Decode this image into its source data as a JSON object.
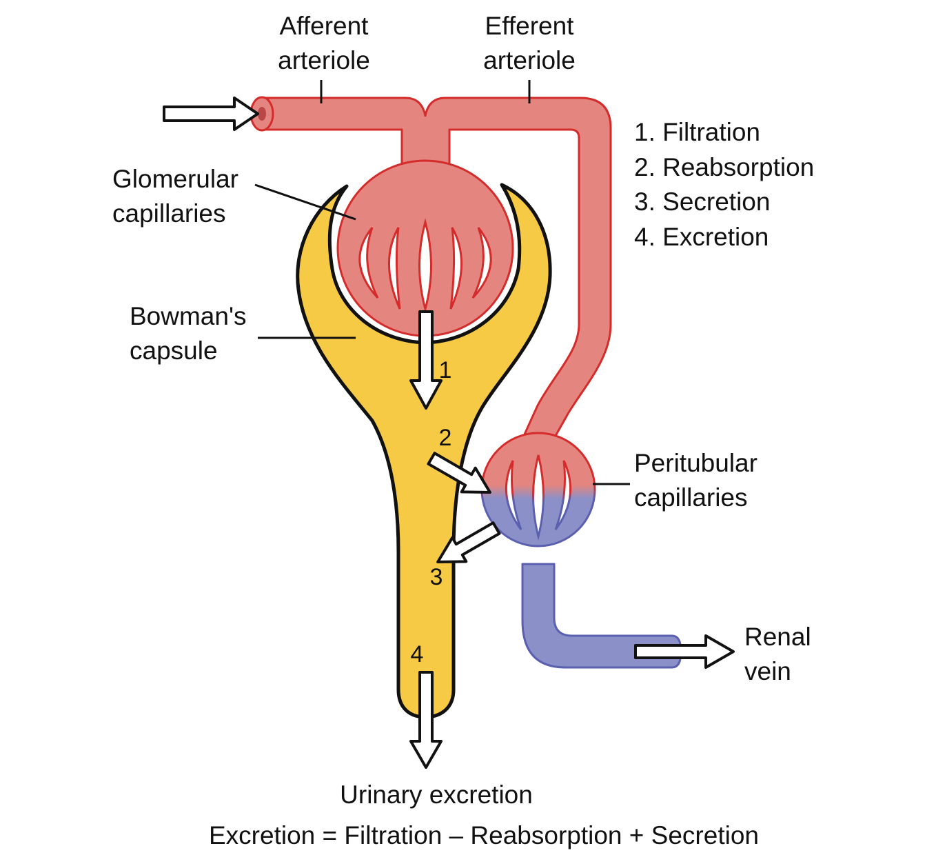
{
  "colors": {
    "arterial_fill": "#e5857f",
    "arterial_stroke": "#d42b2b",
    "venous_fill": "#8b90c8",
    "venous_stroke": "#5a5fb0",
    "capsule_fill": "#f6ca44",
    "outline": "#111111"
  },
  "labels": {
    "afferent_line1": "Afferent",
    "afferent_line2": "arteriole",
    "efferent_line1": "Efferent",
    "efferent_line2": "arteriole",
    "glomerular_line1": "Glomerular",
    "glomerular_line2": "capillaries",
    "bowman_line1": "Bowman's",
    "bowman_line2": "capsule",
    "peritubular_line1": "Peritubular",
    "peritubular_line2": "capillaries",
    "renal_line1": "Renal",
    "renal_line2": "vein",
    "urinary": "Urinary excretion"
  },
  "legend": [
    "1. Filtration",
    "2. Reabsorption",
    "3. Secretion",
    "4. Excretion"
  ],
  "step_numbers": [
    "1",
    "2",
    "3",
    "4"
  ],
  "equation": "Excretion = Filtration – Reabsorption + Secretion"
}
